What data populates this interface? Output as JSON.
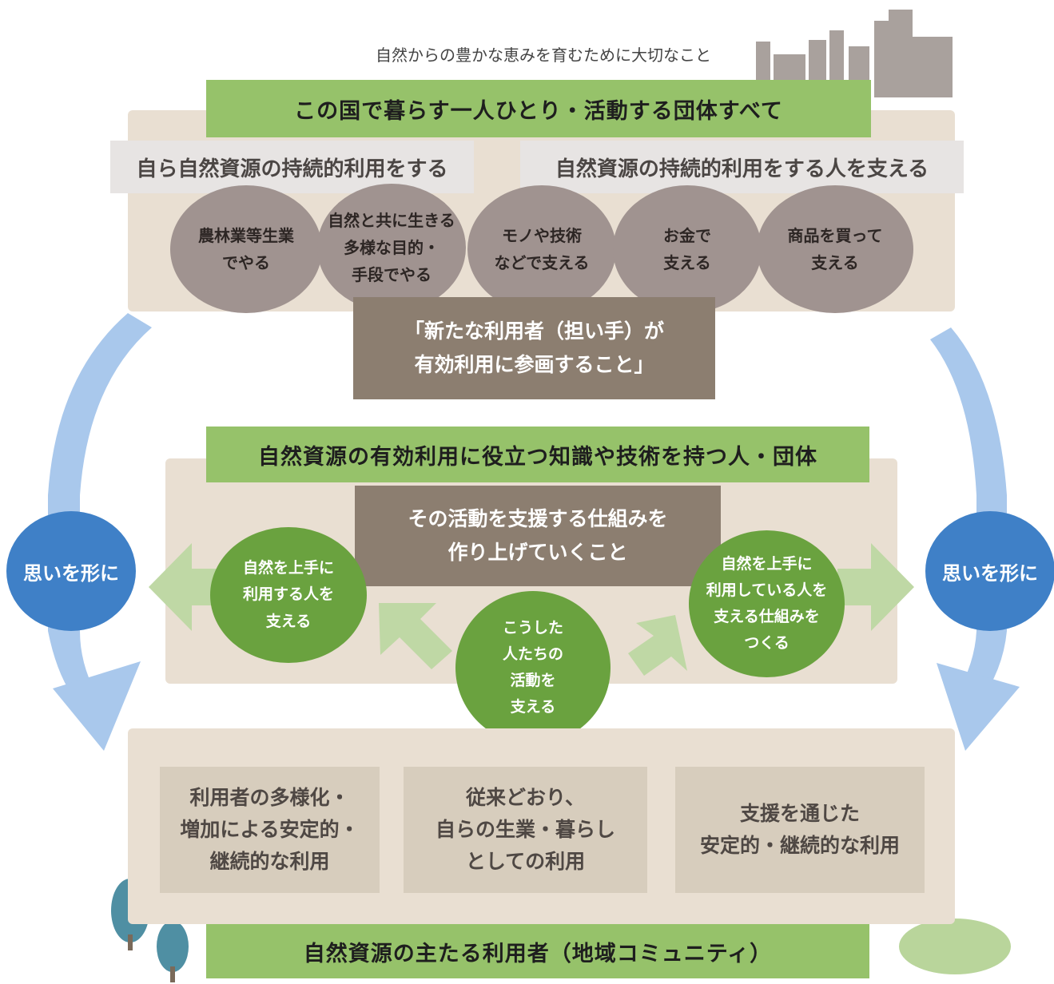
{
  "subtitle": "自然からの豊かな恵みを育むために大切なこと",
  "top_band": "この国で暮らす一人ひとり・活動する団体すべて",
  "left_header": "自ら自然資源の持続的利用をする",
  "right_header": "自然資源の持続的利用をする人を支える",
  "circles": [
    "農林業等生業\nでやる",
    "自然と共に生きる\n多様な目的・\n手段でやる",
    "モノや技術\nなどで支える",
    "お金で\n支える",
    "商品を買って\n支える"
  ],
  "middle_box": "「新たな利用者（担い手）が\n有効利用に参画すること」",
  "middle_band": "自然資源の有効利用に役立つ知識や技術を持つ人・団体",
  "support_box": "その活動を支援する仕組みを\n作り上げていくこと",
  "green_left": "自然を上手に\n利用する人を\n支える",
  "green_center": "こうした\n人たちの\n活動を\n支える",
  "green_right": "自然を上手に\n利用している人を\n支える仕組みを\nつくる",
  "blue_label": "思いを形に",
  "bottom_boxes": [
    "利用者の多様化・\n増加による安定的・\n継続的な利用",
    "従来どおり、\n自らの生業・暮らし\nとしての利用",
    "支援を通じた\n安定的・継続的な利用"
  ],
  "bottom_band": "自然資源の主たる利用者（地域コミュニティ）",
  "colors": {
    "green_band": "#96c26a",
    "green_circle": "#6aa23f",
    "blue_circle": "#3f80c7",
    "blue_arrow": "#a9c8ec",
    "mauve_circle": "#a09390",
    "brown_box": "#8c7e70",
    "panel": "#e9dfd2"
  }
}
